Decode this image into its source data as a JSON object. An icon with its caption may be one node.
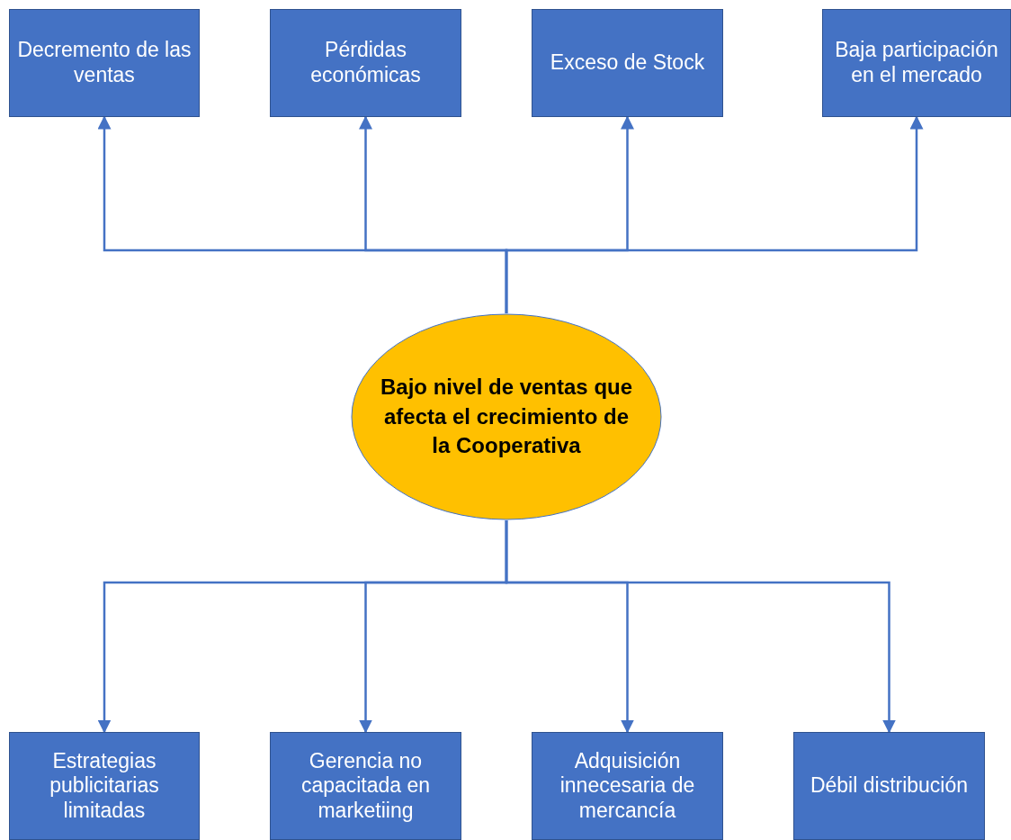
{
  "diagram": {
    "nodes": [
      {
        "text": [
          "Decremento de las ventas"
        ]
      },
      {
        "text": [
          "Pérdidas económicas"
        ]
      },
      {
        "text": [
          "Exceso de Stock"
        ]
      },
      {
        "text": [
          "Baja participación en el mercado"
        ]
      },
      {
        "text": [
          "Bajo nivel de ventas que afecta el crecimiento de la Cooperativa"
        ]
      },
      {
        "text": [
          "Estrategias publicitarias limitadas"
        ]
      },
      {
        "text": [
          "Gerencia no capacitada en marketiing"
        ]
      },
      {
        "text": [
          "Adquisición innecesaria de mercancía"
        ]
      },
      {
        "text": [
          "Débil distribución"
        ]
      }
    ],
    "edges": [
      {
        "from": 4,
        "to": 0,
        "arrow": "to"
      },
      {
        "from": 4,
        "to": 1,
        "arrow": "to"
      },
      {
        "from": 4,
        "to": 2,
        "arrow": "to"
      },
      {
        "from": 4,
        "to": 3,
        "arrow": "to"
      },
      {
        "from": 4,
        "to": 5,
        "arrow": "to"
      },
      {
        "from": 4,
        "to": 6,
        "arrow": "to"
      },
      {
        "from": 4,
        "to": 7,
        "arrow": "to"
      },
      {
        "from": 4,
        "to": 8,
        "arrow": "to"
      }
    ]
  }
}
